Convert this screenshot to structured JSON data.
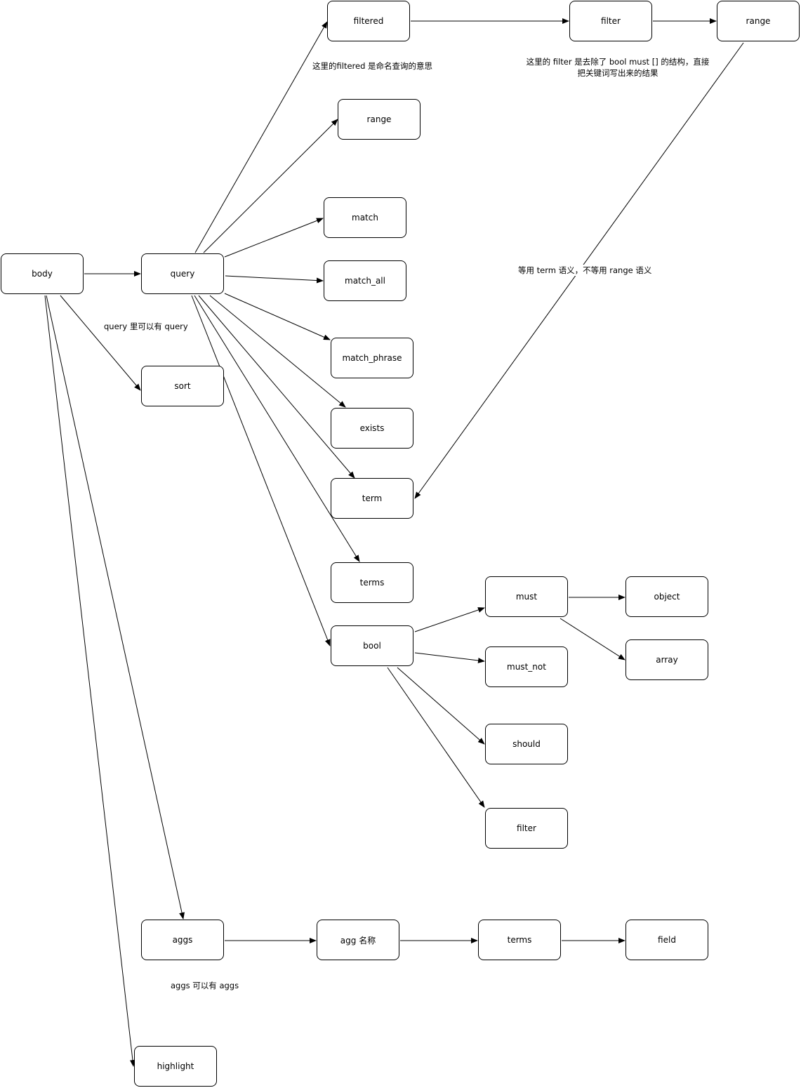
{
  "diagram": {
    "nodes": [
      {
        "id": "body",
        "label": "body"
      },
      {
        "id": "query",
        "label": "query"
      },
      {
        "id": "sort",
        "label": "sort"
      },
      {
        "id": "filtered",
        "label": "filtered"
      },
      {
        "id": "filter_top",
        "label": "filter"
      },
      {
        "id": "range_top",
        "label": "range"
      },
      {
        "id": "range",
        "label": "range"
      },
      {
        "id": "match",
        "label": "match"
      },
      {
        "id": "match_all",
        "label": "match_all"
      },
      {
        "id": "match_phrase",
        "label": "match_phrase"
      },
      {
        "id": "exists",
        "label": "exists"
      },
      {
        "id": "term",
        "label": "term"
      },
      {
        "id": "terms",
        "label": "terms"
      },
      {
        "id": "bool",
        "label": "bool"
      },
      {
        "id": "must",
        "label": "must"
      },
      {
        "id": "must_not",
        "label": "must_not"
      },
      {
        "id": "should",
        "label": "should"
      },
      {
        "id": "filter_bool",
        "label": "filter"
      },
      {
        "id": "object",
        "label": "object"
      },
      {
        "id": "array",
        "label": "array"
      },
      {
        "id": "aggs",
        "label": "aggs"
      },
      {
        "id": "agg_name",
        "label": "agg 名称"
      },
      {
        "id": "agg_terms",
        "label": "terms"
      },
      {
        "id": "field",
        "label": "field"
      },
      {
        "id": "highlight",
        "label": "highlight"
      }
    ],
    "edges": [
      {
        "from": "body",
        "to": "query"
      },
      {
        "from": "body",
        "to": "sort"
      },
      {
        "from": "body",
        "to": "aggs"
      },
      {
        "from": "body",
        "to": "highlight"
      },
      {
        "from": "query",
        "to": "filtered"
      },
      {
        "from": "query",
        "to": "range"
      },
      {
        "from": "query",
        "to": "match"
      },
      {
        "from": "query",
        "to": "match_all"
      },
      {
        "from": "query",
        "to": "match_phrase"
      },
      {
        "from": "query",
        "to": "exists"
      },
      {
        "from": "query",
        "to": "term"
      },
      {
        "from": "query",
        "to": "terms"
      },
      {
        "from": "query",
        "to": "bool"
      },
      {
        "from": "filtered",
        "to": "filter_top"
      },
      {
        "from": "filter_top",
        "to": "range_top"
      },
      {
        "from": "range_top",
        "to": "term"
      },
      {
        "from": "bool",
        "to": "must"
      },
      {
        "from": "bool",
        "to": "must_not"
      },
      {
        "from": "bool",
        "to": "should"
      },
      {
        "from": "bool",
        "to": "filter_bool"
      },
      {
        "from": "must",
        "to": "object"
      },
      {
        "from": "must",
        "to": "array"
      },
      {
        "from": "aggs",
        "to": "agg_name"
      },
      {
        "from": "agg_name",
        "to": "agg_terms"
      },
      {
        "from": "agg_terms",
        "to": "field"
      }
    ],
    "notes": {
      "filtered_note": "这里的filtered 是命名查询的意思",
      "filter_note_line1": "这里的 filter 是去除了 bool must [] 的结构，直接",
      "filter_note_line2": "把关键词写出来的结果",
      "query_note": "query 里可以有 query",
      "range_term_note": "等用 term 语义，不等用 range 语义",
      "aggs_note": "aggs 可以有 aggs"
    }
  }
}
